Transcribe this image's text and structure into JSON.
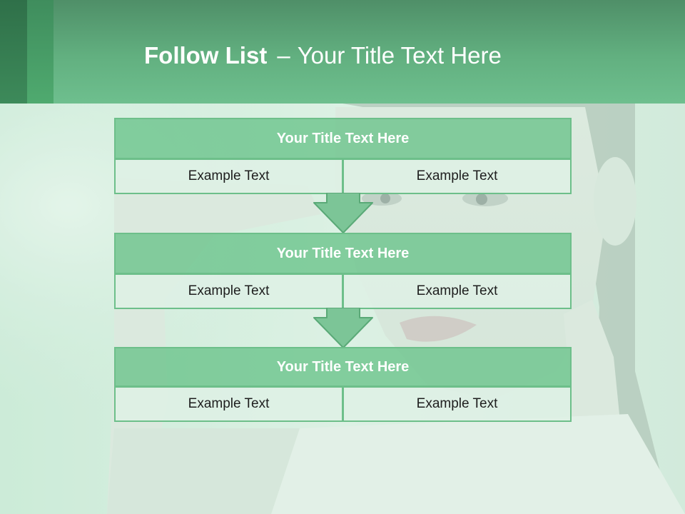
{
  "slide": {
    "title_bold": "Follow List",
    "title_separator": "–",
    "title_rest": "Your Title Text Here"
  },
  "blocks": [
    {
      "title": "Your Title Text Here",
      "left": "Example Text",
      "right": "Example Text"
    },
    {
      "title": "Your Title Text Here",
      "left": "Example Text",
      "right": "Example Text"
    },
    {
      "title": "Your Title Text Here",
      "left": "Example Text",
      "right": "Example Text"
    }
  ],
  "colors": {
    "header": "#62b080",
    "block_title": "#6ec48e",
    "block_cell": "#def0e5",
    "border": "#6dbf8a",
    "arrow": "#7cc597"
  }
}
